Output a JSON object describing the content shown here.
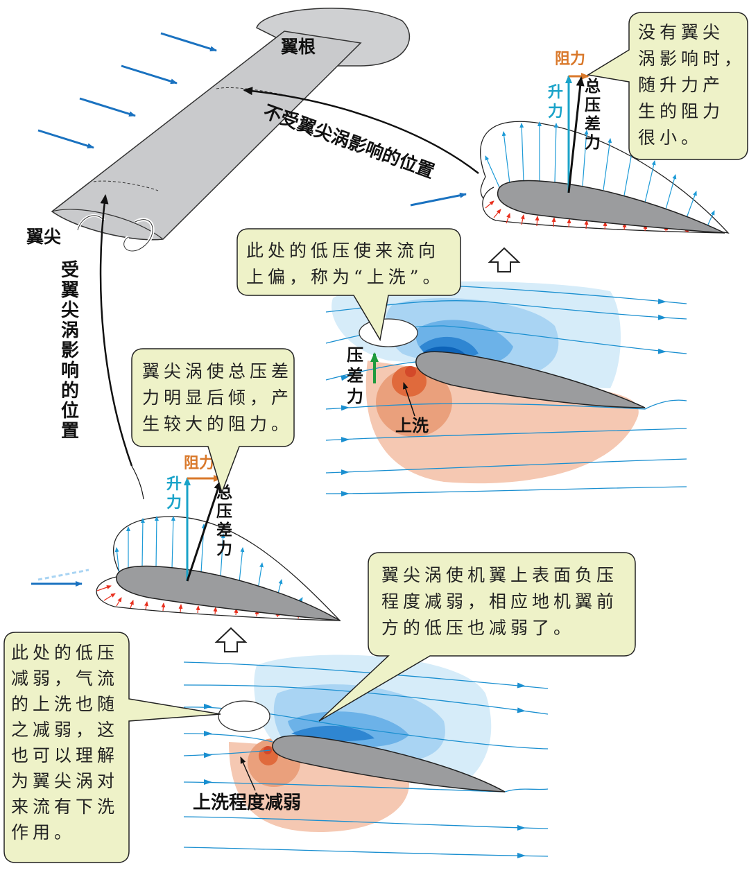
{
  "colors": {
    "flow": "#1a72c0",
    "lift": "#1aa3c9",
    "drag": "#d9782a",
    "pressure_up": "#1e9bd7",
    "pressure_low": "#e8301e",
    "airfoil": "#9b9c9e",
    "bubble": "#eef2c8",
    "high_pressure": "#f5c8b2",
    "low_pressure": "#1e7ac8",
    "green_arrow": "#1f9a3c"
  },
  "wing": {
    "root": "翼根",
    "tip": "翼尖",
    "unaffected_position": "不受翼尖涡影响的位置",
    "affected_position": "受翼尖涡影响的位置"
  },
  "top_right": {
    "drag": "阻力",
    "lift": "升力",
    "total": "总压差力",
    "bubble": [
      "没有翼尖",
      "涡影响时，",
      "随升力产",
      "生的阻力",
      "很小。"
    ]
  },
  "middle_flow": {
    "bubble": [
      "此处的低压使来流向",
      "上偏，称为“上洗”。"
    ],
    "pressure_force": "压差力",
    "upwash": "上洗"
  },
  "middle_left": {
    "bubble": [
      "翼尖涡使总压差",
      "力明显后倾，产",
      "生较大的阻力。"
    ],
    "drag": "阻力",
    "lift": "升力",
    "total": "总压差力"
  },
  "bottom_flow": {
    "bubble_right": [
      "翼尖涡使机翼上表面负压",
      "程度减弱，相应地机翼前",
      "方的低压也减弱了。"
    ],
    "bubble_left": [
      "此处的低压",
      "减弱，气流",
      "的上洗也随",
      "之减弱，这",
      "也可以理解",
      "为翼尖涡对",
      "来流有下洗",
      "作用。"
    ],
    "upwash_weakened": "上洗程度减弱"
  },
  "icons": [
    "up-arrow-icon",
    "flow-arrow-icon",
    "vortex-icon"
  ]
}
